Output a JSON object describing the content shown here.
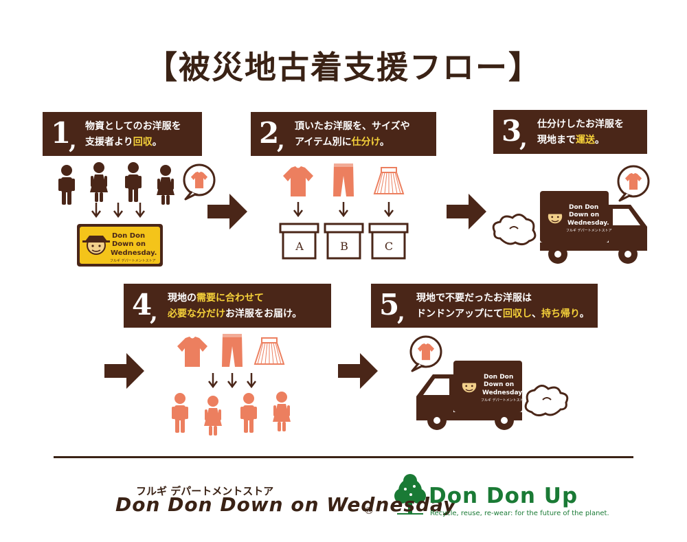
{
  "title": "【被災地古着支援フロー】",
  "steps": [
    {
      "num": "1",
      "line1": [
        {
          "t": "物資としてのお洋服を",
          "h": false
        }
      ],
      "line2": [
        {
          "t": "支援者より",
          "h": false
        },
        {
          "t": "回収",
          "h": true
        },
        {
          "t": "。",
          "h": false
        }
      ]
    },
    {
      "num": "2",
      "line1": [
        {
          "t": "頂いたお洋服を、サイズや",
          "h": false
        }
      ],
      "line2": [
        {
          "t": "アイテム別に",
          "h": false
        },
        {
          "t": "仕分け",
          "h": true
        },
        {
          "t": "。",
          "h": false
        }
      ]
    },
    {
      "num": "3",
      "line1": [
        {
          "t": "仕分けしたお洋服を",
          "h": false
        }
      ],
      "line2": [
        {
          "t": "現地まで",
          "h": false
        },
        {
          "t": "運送",
          "h": true
        },
        {
          "t": "。",
          "h": false
        }
      ]
    },
    {
      "num": "4",
      "line1": [
        {
          "t": "現地の",
          "h": false
        },
        {
          "t": "需要に合わせて",
          "h": true
        }
      ],
      "line2": [
        {
          "t": "必要な分だけ",
          "h": true
        },
        {
          "t": "お洋服をお届け。",
          "h": false
        }
      ]
    },
    {
      "num": "5",
      "line1": [
        {
          "t": "現地で不要だったお洋服は",
          "h": false
        }
      ],
      "line2": [
        {
          "t": "ドンドンアップにて",
          "h": false
        },
        {
          "t": "回収し",
          "h": true
        },
        {
          "t": "、",
          "h": false
        },
        {
          "t": "持ち帰り",
          "h": true
        },
        {
          "t": "。",
          "h": false
        }
      ]
    }
  ],
  "boxes": [
    "A",
    "B",
    "C"
  ],
  "brand_badge": {
    "line1": "Don Don",
    "line2": "Down on",
    "line3": "Wednesday.",
    "sub": "フルギ デパートメントストア"
  },
  "truck_logo": {
    "line1": "Don Don",
    "line2": "Down on",
    "line3": "Wednesday.",
    "sub": "フルギ デパートメントストア"
  },
  "footer": {
    "ddd_small": "フルギ デパートメントストア",
    "ddd_big": "Don Don Down on Wednesday",
    "registered": "®",
    "dd_up": "Don Don Up",
    "dd_up_tagline": "Recycle, reuse, re-wear: for the future of the planet."
  },
  "colors": {
    "brown": "#4a2618",
    "accent": "#ec7f5f",
    "highlight": "#f6d23a",
    "green": "#1a7a35",
    "badge_yellow": "#f4c41a"
  }
}
